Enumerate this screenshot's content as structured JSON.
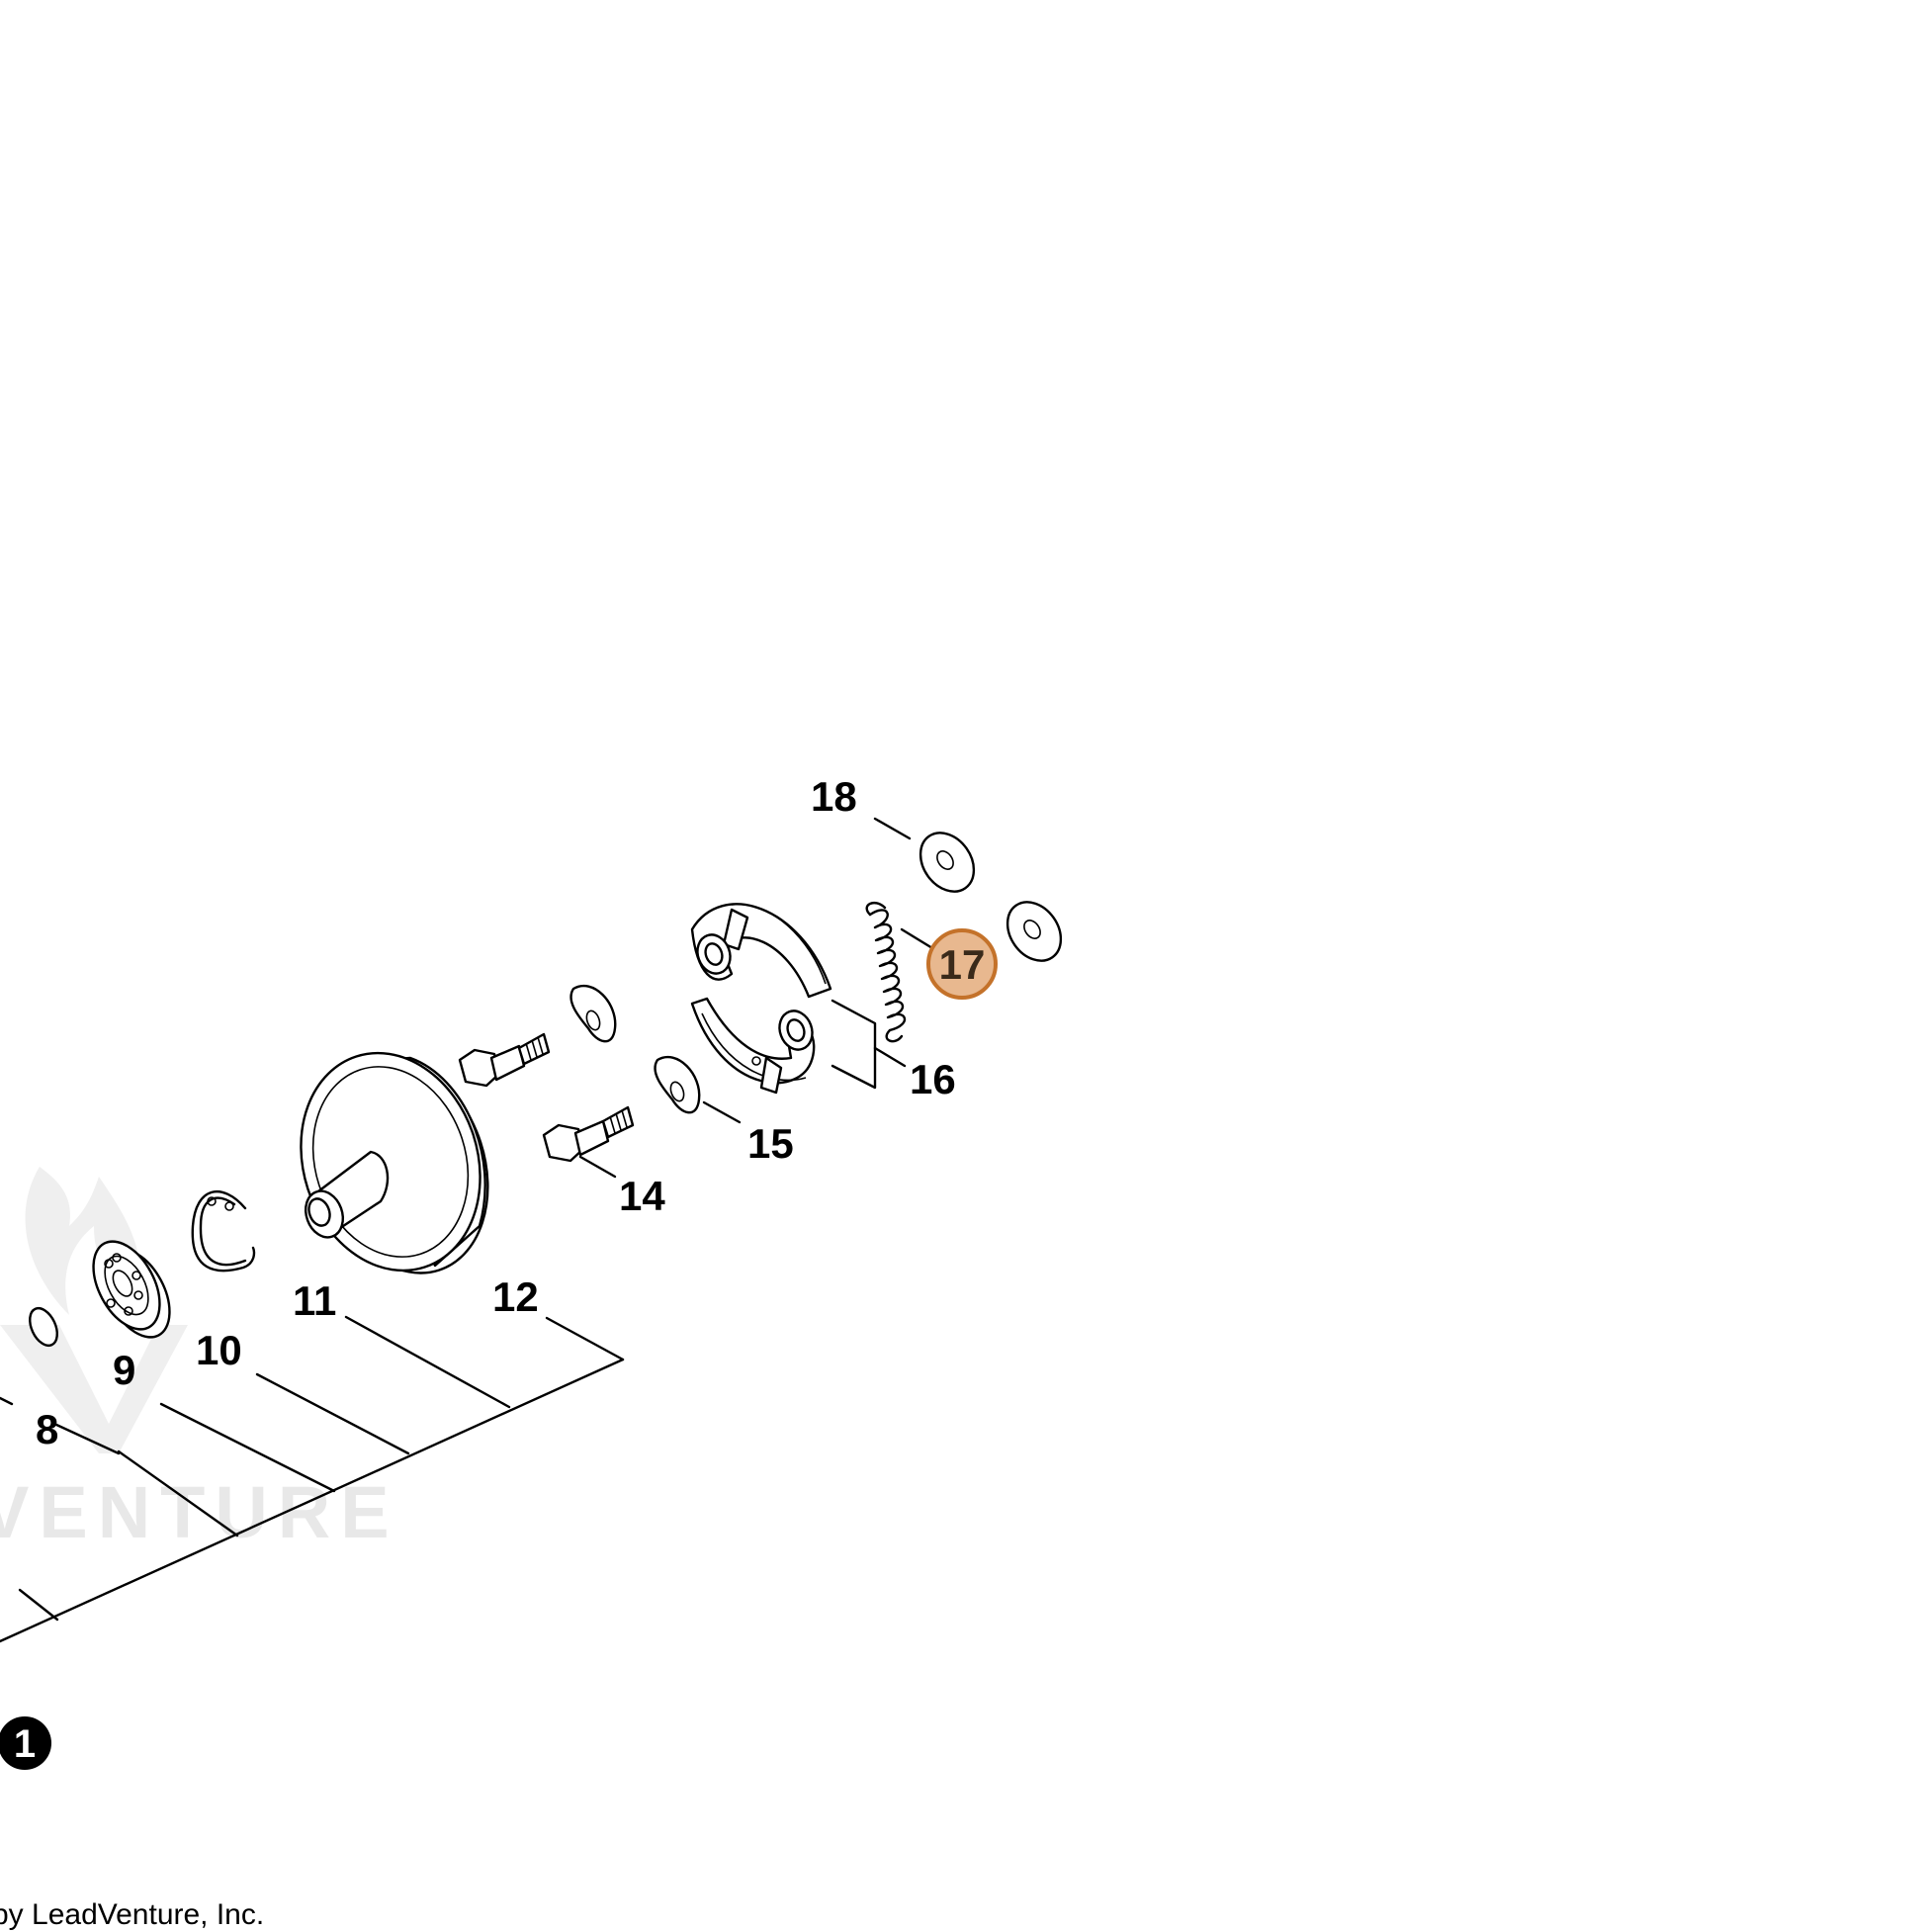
{
  "diagram": {
    "callouts": [
      {
        "id": "8",
        "label": "8"
      },
      {
        "id": "9",
        "label": "9"
      },
      {
        "id": "10",
        "label": "10"
      },
      {
        "id": "11",
        "label": "11"
      },
      {
        "id": "12",
        "label": "12"
      },
      {
        "id": "14",
        "label": "14"
      },
      {
        "id": "15",
        "label": "15"
      },
      {
        "id": "16",
        "label": "16"
      },
      {
        "id": "17",
        "label": "17",
        "highlighted": true
      },
      {
        "id": "18",
        "label": "18"
      }
    ],
    "assembly_marker": "1",
    "highlight_color": "#e8b88f",
    "highlight_border_color": "#c4722a"
  },
  "watermark": {
    "text": "VENTURE"
  },
  "footer": {
    "copyright": "by LeadVenture, Inc."
  }
}
